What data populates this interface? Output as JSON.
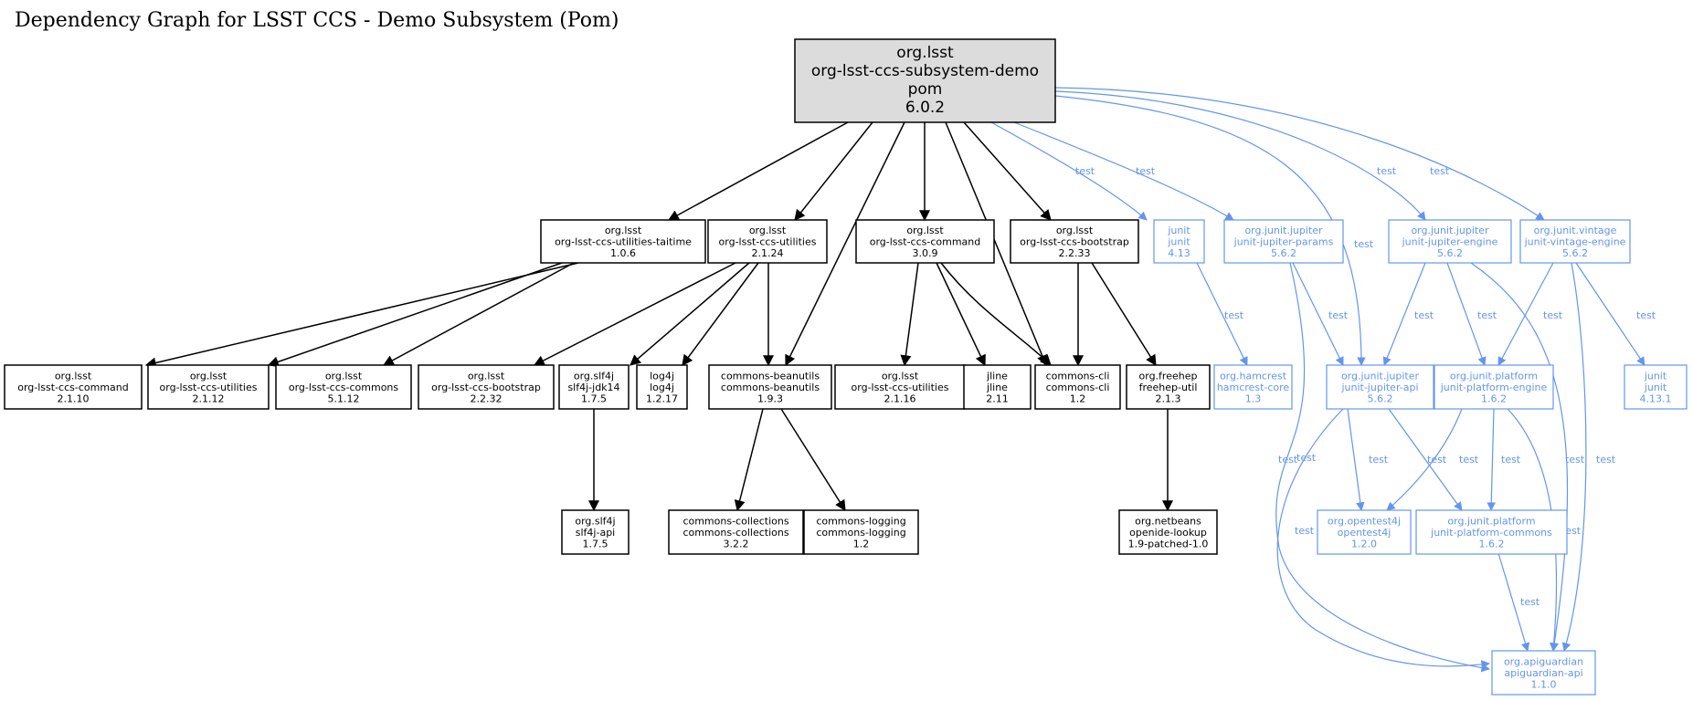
{
  "title": "Dependency Graph for LSST CCS - Demo Subsystem (Pom)",
  "colors": {
    "compile": "#000000",
    "test": "#6495ed",
    "root_fill": "#dcdcdc"
  },
  "root": {
    "lines": [
      "org.lsst",
      "org-lsst-ccs-subsystem-demo",
      "pom",
      "6.0.2"
    ]
  },
  "nodes": [
    {
      "id": "taitime",
      "kind": "compile",
      "lines": [
        "org.lsst",
        "org-lsst-ccs-utilities-taitime",
        "1.0.6"
      ]
    },
    {
      "id": "util2124",
      "kind": "compile",
      "lines": [
        "org.lsst",
        "org-lsst-ccs-utilities",
        "2.1.24"
      ]
    },
    {
      "id": "command309",
      "kind": "compile",
      "lines": [
        "org.lsst",
        "org-lsst-ccs-command",
        "3.0.9"
      ]
    },
    {
      "id": "bootstrap2233",
      "kind": "compile",
      "lines": [
        "org.lsst",
        "org-lsst-ccs-bootstrap",
        "2.2.33"
      ]
    },
    {
      "id": "junit413",
      "kind": "test",
      "lines": [
        "junit",
        "junit",
        "4.13"
      ]
    },
    {
      "id": "jparams",
      "kind": "test",
      "lines": [
        "org.junit.jupiter",
        "junit-jupiter-params",
        "5.6.2"
      ]
    },
    {
      "id": "jengine",
      "kind": "test",
      "lines": [
        "org.junit.jupiter",
        "junit-jupiter-engine",
        "5.6.2"
      ]
    },
    {
      "id": "vintage",
      "kind": "test",
      "lines": [
        "org.junit.vintage",
        "junit-vintage-engine",
        "5.6.2"
      ]
    },
    {
      "id": "command2110",
      "kind": "compile",
      "lines": [
        "org.lsst",
        "org-lsst-ccs-command",
        "2.1.10"
      ]
    },
    {
      "id": "util2112",
      "kind": "compile",
      "lines": [
        "org.lsst",
        "org-lsst-ccs-utilities",
        "2.1.12"
      ]
    },
    {
      "id": "commons5112",
      "kind": "compile",
      "lines": [
        "org.lsst",
        "org-lsst-ccs-commons",
        "5.1.12"
      ]
    },
    {
      "id": "bootstrap2232",
      "kind": "compile",
      "lines": [
        "org.lsst",
        "org-lsst-ccs-bootstrap",
        "2.2.32"
      ]
    },
    {
      "id": "jdk14",
      "kind": "compile",
      "lines": [
        "org.slf4j",
        "slf4j-jdk14",
        "1.7.5"
      ]
    },
    {
      "id": "log4j",
      "kind": "compile",
      "lines": [
        "log4j",
        "log4j",
        "1.2.17"
      ]
    },
    {
      "id": "beanutils",
      "kind": "compile",
      "lines": [
        "commons-beanutils",
        "commons-beanutils",
        "1.9.3"
      ]
    },
    {
      "id": "util2116",
      "kind": "compile",
      "lines": [
        "org.lsst",
        "org-lsst-ccs-utilities",
        "2.1.16"
      ]
    },
    {
      "id": "jline",
      "kind": "compile",
      "lines": [
        "jline",
        "jline",
        "2.11"
      ]
    },
    {
      "id": "cli",
      "kind": "compile",
      "lines": [
        "commons-cli",
        "commons-cli",
        "1.2"
      ]
    },
    {
      "id": "freehep",
      "kind": "compile",
      "lines": [
        "org.freehep",
        "freehep-util",
        "2.1.3"
      ]
    },
    {
      "id": "hamcrest",
      "kind": "test",
      "lines": [
        "org.hamcrest",
        "hamcrest-core",
        "1.3"
      ]
    },
    {
      "id": "japi",
      "kind": "test",
      "lines": [
        "org.junit.jupiter",
        "junit-jupiter-api",
        "5.6.2"
      ]
    },
    {
      "id": "pengine",
      "kind": "test",
      "lines": [
        "org.junit.platform",
        "junit-platform-engine",
        "1.6.2"
      ]
    },
    {
      "id": "junit4131",
      "kind": "test",
      "lines": [
        "junit",
        "junit",
        "4.13.1"
      ]
    },
    {
      "id": "slf4japi",
      "kind": "compile",
      "lines": [
        "org.slf4j",
        "slf4j-api",
        "1.7.5"
      ]
    },
    {
      "id": "collections",
      "kind": "compile",
      "lines": [
        "commons-collections",
        "commons-collections",
        "3.2.2"
      ]
    },
    {
      "id": "logging",
      "kind": "compile",
      "lines": [
        "commons-logging",
        "commons-logging",
        "1.2"
      ]
    },
    {
      "id": "openide",
      "kind": "compile",
      "lines": [
        "org.netbeans",
        "openide-lookup",
        "1.9-patched-1.0"
      ]
    },
    {
      "id": "opentest4j",
      "kind": "test",
      "lines": [
        "org.opentest4j",
        "opentest4j",
        "1.2.0"
      ]
    },
    {
      "id": "pcommons",
      "kind": "test",
      "lines": [
        "org.junit.platform",
        "junit-platform-commons",
        "1.6.2"
      ]
    },
    {
      "id": "apiguardian",
      "kind": "test",
      "lines": [
        "org.apiguardian",
        "apiguardian-api",
        "1.1.0"
      ]
    }
  ],
  "edge_label": "test"
}
